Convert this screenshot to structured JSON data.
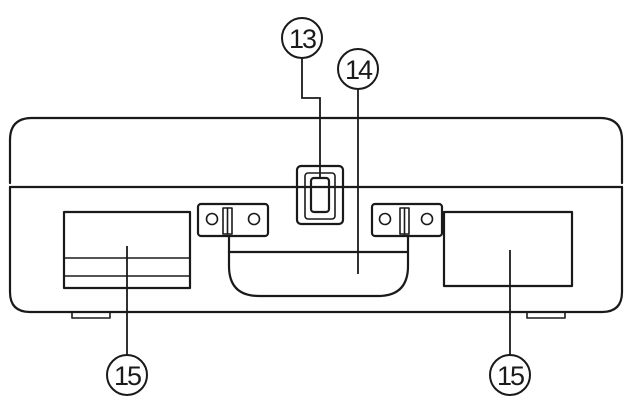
{
  "callouts": {
    "latch": "13",
    "handle": "14",
    "speaker_left": "15",
    "speaker_right": "15"
  },
  "colors": {
    "line": "#1a1a1a",
    "background": "#ffffff"
  }
}
